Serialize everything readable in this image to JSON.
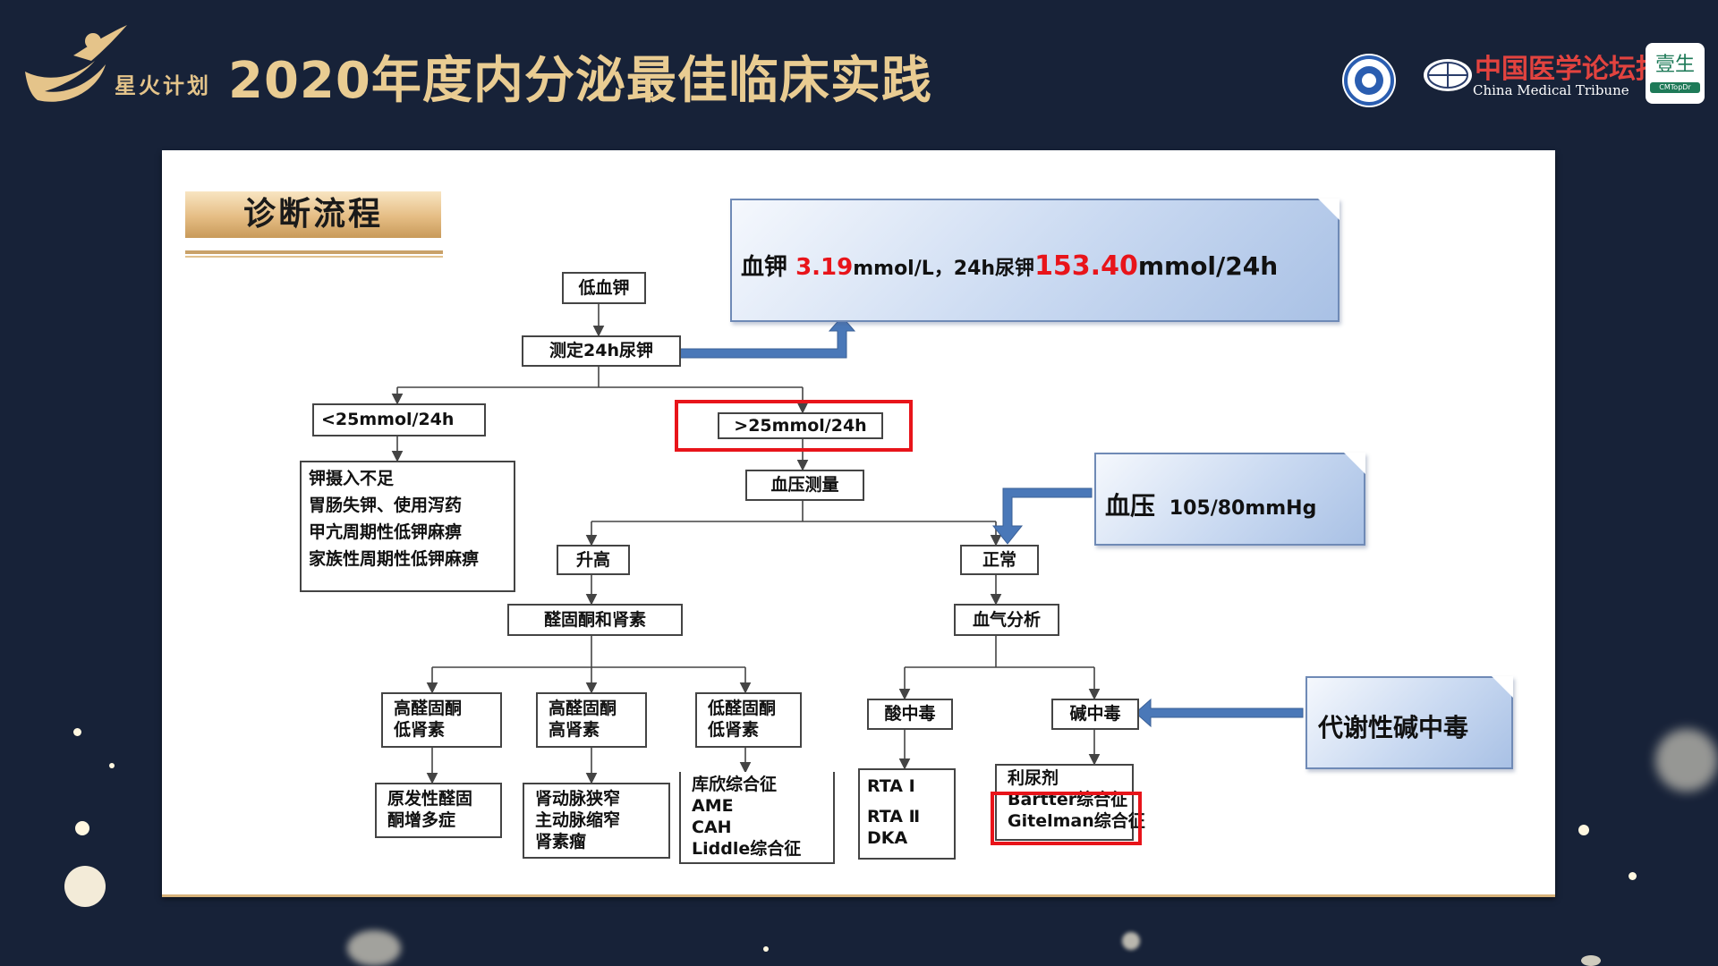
{
  "header": {
    "logo_text": "星火计划",
    "title": "2020年度内分泌最佳临床实践",
    "partner_name": "中国医学论坛报",
    "partner_sub": "China Medical Tribune",
    "badge_main": "壹生",
    "badge_sub": "CMTopDr"
  },
  "section_title": "诊断流程",
  "colors": {
    "background": "#172238",
    "gold": "#e9cc92",
    "highlight_red": "#e8141a",
    "arrow_blue": "#4a78b8",
    "callout_blue": "#c9d9f1"
  },
  "callouts": {
    "potassium": {
      "prefix": "血钾 ",
      "serum_value": "3.19",
      "serum_unit": "mmol/L，24h尿钾",
      "urine_value": "153.40",
      "urine_unit": "mmol/24h"
    },
    "bp": {
      "label": "血压",
      "value": "105/80mmHg"
    },
    "metabolic": {
      "label": "代谢性碱中毒"
    }
  },
  "nodes": {
    "hypokalemia": "低血钾",
    "measure_24h": "测定24h尿钾",
    "lt25": "<25mmol/24h",
    "gt25": ">25mmol/24h",
    "low_intake": [
      "钾摄入不足",
      "胃肠失钾、使用泻药",
      "甲亢周期性低钾麻痹",
      "家族性周期性低钾麻痹"
    ],
    "bp_measure": "血压测量",
    "elevated": "升高",
    "normal": "正常",
    "aldo_renin": "醛固酮和肾素",
    "blood_gas": "血气分析",
    "high_aldo_low_renin": [
      "高醛固酮",
      "低肾素"
    ],
    "high_aldo_high_renin": [
      "高醛固酮",
      "高肾素"
    ],
    "low_aldo_low_renin": [
      "低醛固酮",
      "低肾素"
    ],
    "acidosis": "酸中毒",
    "alkalosis": "碱中毒",
    "primary_aldo": [
      "原发性醛固",
      "酮增多症"
    ],
    "renal_artery": [
      "肾动脉狭窄",
      "主动脉缩窄",
      "肾素瘤"
    ],
    "cushing_etc": [
      "库欣综合征",
      "AME",
      "CAH",
      "Liddle综合征"
    ],
    "rta": [
      "RTA Ⅰ",
      "RTA Ⅱ",
      "DKA"
    ],
    "diuretic": "利尿剂",
    "bartter_gitelman": [
      "Bartter综合征",
      "Gitelman综合征"
    ]
  }
}
